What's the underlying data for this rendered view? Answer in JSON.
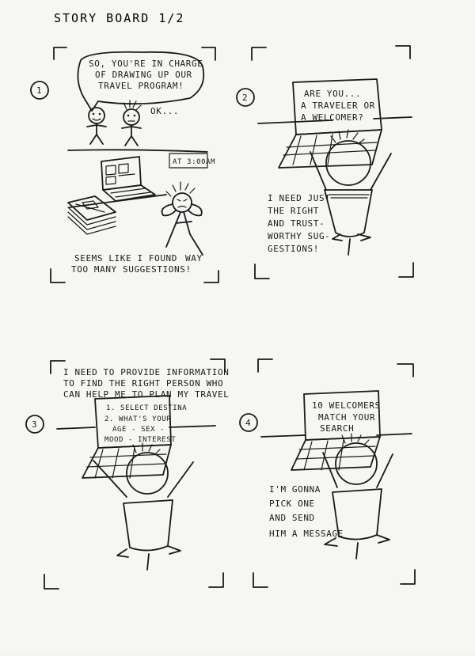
{
  "title": "STORY BOARD 1/2",
  "panels": [
    {
      "number": "1",
      "bubble": [
        "SO, YOU'RE IN CHARGE",
        "OF DRAWING UP OUR",
        "TRAVEL PROGRAM!"
      ],
      "reply": "OK...",
      "clock": "AT 3:00AM",
      "caption": [
        "SEEMS LIKE I FOUND",
        "TOO MANY SUGGESTIONS!"
      ],
      "caption_way": "WAY"
    },
    {
      "number": "2",
      "screen": [
        "ARE YOU...",
        "A TRAVELER OR",
        "A WELCOMER?"
      ],
      "caption": [
        "I NEED JUST",
        "THE RIGHT",
        "AND TRUST-",
        "WORTHY SUG-",
        "GESTIONS!"
      ]
    },
    {
      "number": "3",
      "header": [
        "I NEED TO PROVIDE INFORMATION",
        "TO FIND THE RIGHT PERSON WHO",
        "CAN HELP ME TO PLAN MY TRAVEL"
      ],
      "screen": [
        "1. SELECT DESTINA",
        "2. WHAT'S YOUR",
        "AGE - SEX -",
        "MOOD - INTEREST"
      ]
    },
    {
      "number": "4",
      "screen": [
        "10 WELCOMERS",
        "MATCH YOUR",
        "SEARCH"
      ],
      "caption": [
        "I'M GONNA",
        "PICK ONE",
        "AND SEND",
        "HIM A MESSAGE"
      ]
    }
  ]
}
